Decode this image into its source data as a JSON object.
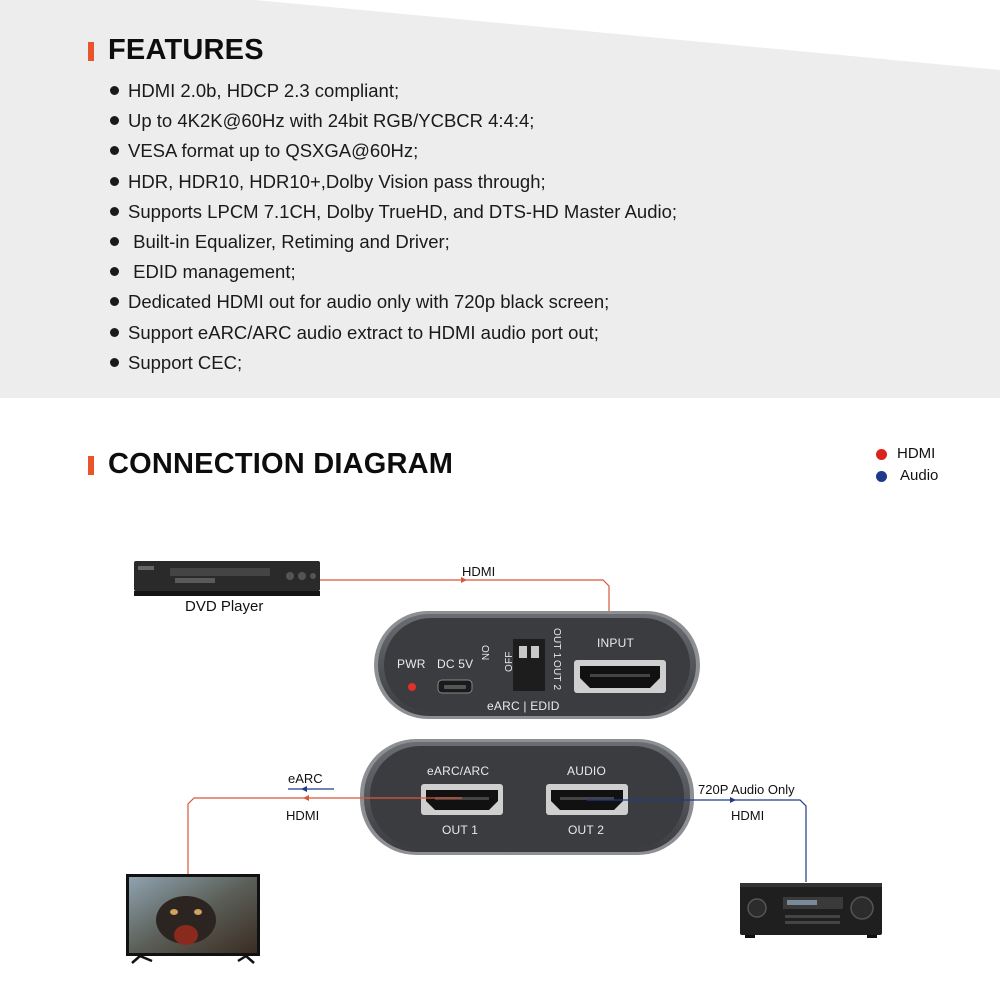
{
  "features": {
    "title": "FEATURES",
    "items": [
      "HDMI 2.0b, HDCP 2.3 compliant;",
      "Up to 4K2K@60Hz with 24bit RGB/YCBCR 4:4:4;",
      "VESA format up to QSXGA@60Hz;",
      "HDR, HDR10, HDR10+,Dolby Vision pass through;",
      "Supports LPCM 7.1CH, Dolby TrueHD, and DTS-HD Master Audio;",
      " Built-in Equalizer, Retiming and Driver;",
      " EDID management;",
      "Dedicated HDMI out for audio only with 720p black screen;",
      "Support eARC/ARC audio extract to HDMI audio port out;",
      "Support CEC;"
    ]
  },
  "diagram": {
    "title": "CONNECTION DIAGRAM",
    "legend": [
      {
        "label": "HDMI",
        "color": "#d9231d"
      },
      {
        "label": "Audio",
        "color": "#1f3a8a"
      }
    ],
    "dvd_label": "DVD Player",
    "hdmi_top_label": "HDMI",
    "earc_label": "eARC",
    "hdmi_left_label": "HDMI",
    "audio_only_label": "720P Audio Only",
    "hdmi_right_label": "HDMI",
    "device_top": {
      "pwr": "PWR",
      "dc": "DC 5V",
      "on": "ON",
      "off": "OFF",
      "out1": "OUT 1",
      "out2": "OUT 2",
      "earc_edid": "eARC | EDID",
      "input": "INPUT"
    },
    "device_bottom": {
      "earc_arc": "eARC/ARC",
      "audio": "AUDIO",
      "out1": "OUT 1",
      "out2": "OUT 2"
    }
  },
  "colors": {
    "accent": "#e8552b",
    "hdmi_line": "#d9583a",
    "audio_line": "#1f3a8a"
  }
}
